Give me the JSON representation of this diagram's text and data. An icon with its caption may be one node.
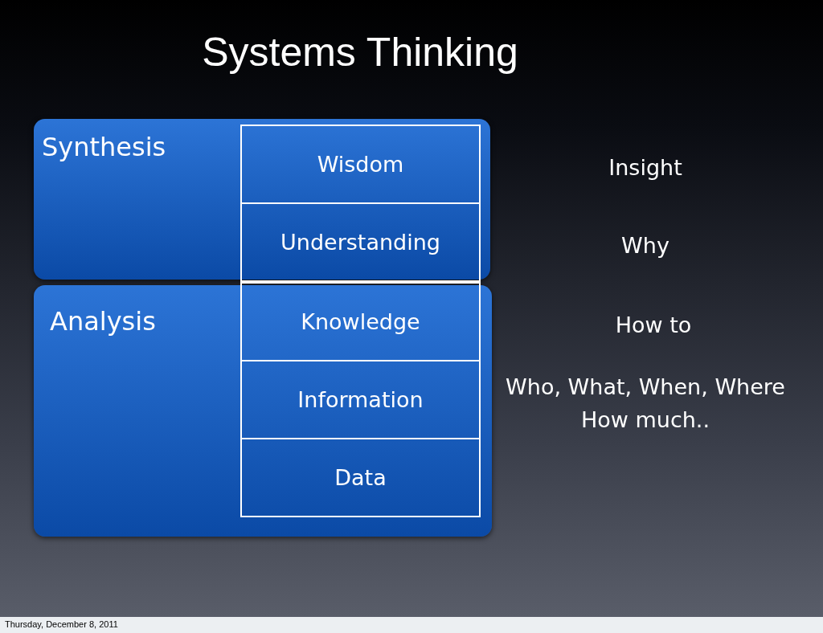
{
  "diagram": {
    "title": "Systems Thinking",
    "nodes": [
      {
        "text": [
          "Synthesis"
        ]
      },
      {
        "text": [
          "Analysis"
        ]
      },
      {
        "text": [
          "Wisdom"
        ],
        "in": 0
      },
      {
        "text": [
          "Understanding"
        ],
        "in": 0
      },
      {
        "text": [
          "Knowledge"
        ],
        "in": 1
      },
      {
        "text": [
          "Information"
        ],
        "in": 1
      },
      {
        "text": [
          "Data"
        ],
        "in": 1
      }
    ],
    "labels": [
      "Insight",
      "Why",
      "How to",
      "Who, What, When, Where How much..",
      "Thursday, December 8, 2011"
    ]
  }
}
